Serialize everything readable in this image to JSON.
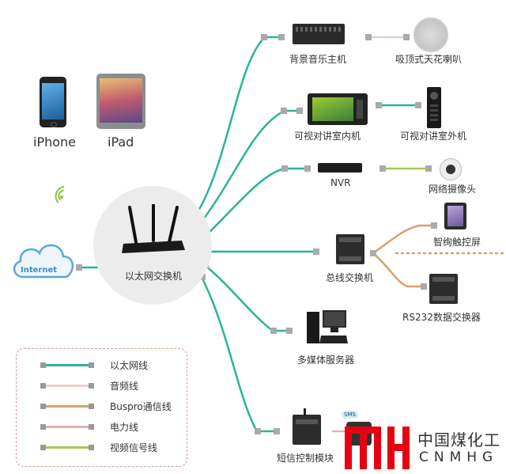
{
  "devices": {
    "iphone": "iPhone",
    "ipad": "iPad",
    "internet": "Internet",
    "router": "以太网交换机",
    "music_host": "背景音乐主机",
    "ceiling_speaker": "吸顶式天花喇叭",
    "indoor_unit": "可视对讲室内机",
    "outdoor_unit": "可视对讲室外机",
    "nvr": "NVR",
    "camera": "网络摄像头",
    "touch_screen": "智绚触控屏",
    "bus_switch": "总线交换机",
    "rs232": "RS232数据交换器",
    "media_server": "多媒体服务器",
    "sms_module": "短信控制模块",
    "sms_badge": "SMS"
  },
  "legend": [
    {
      "label": "以太网线",
      "color": "#2bb39a"
    },
    {
      "label": "音频线",
      "color": "#e8c8c8"
    },
    {
      "label": "Buspro通信线",
      "color": "#d9a06a"
    },
    {
      "label": "电力线",
      "color": "#e8b0b0"
    },
    {
      "label": "视频信号线",
      "color": "#a7c957"
    }
  ],
  "logo": {
    "cn": "中国煤化工",
    "en": "CNMHG",
    "mark": "MH",
    "color": "#e60012"
  }
}
